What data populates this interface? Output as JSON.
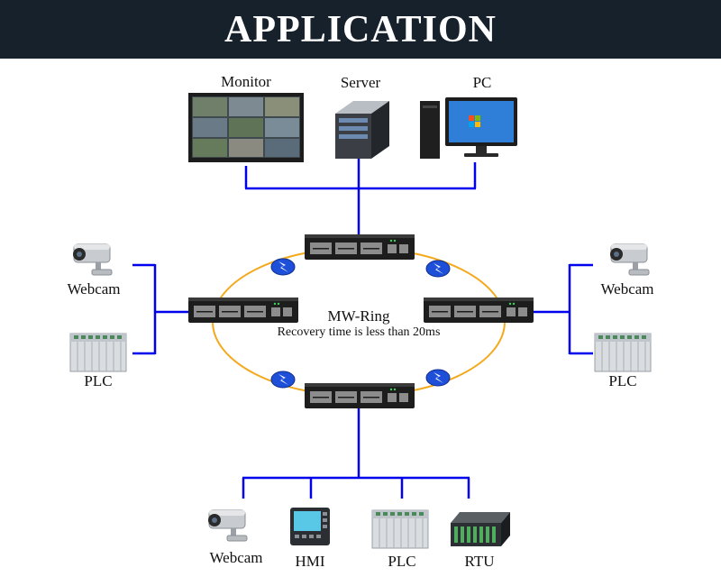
{
  "header": {
    "title": "APPLICATION"
  },
  "top_devices": {
    "monitor": "Monitor",
    "server": "Server",
    "pc": "PC"
  },
  "left_devices": {
    "webcam": "Webcam",
    "plc": "PLC"
  },
  "right_devices": {
    "webcam": "Webcam",
    "plc": "PLC"
  },
  "bottom_devices": {
    "webcam": "Webcam",
    "hmi": "HMI",
    "plc": "PLC",
    "rtu": "RTU"
  },
  "ring": {
    "name": "MW-Ring",
    "recovery": "Recovery time is less than 20ms"
  },
  "colors": {
    "banner": "#16212c",
    "link": "#0000ee",
    "ring": "#f3a91c",
    "switch": "#222222"
  }
}
